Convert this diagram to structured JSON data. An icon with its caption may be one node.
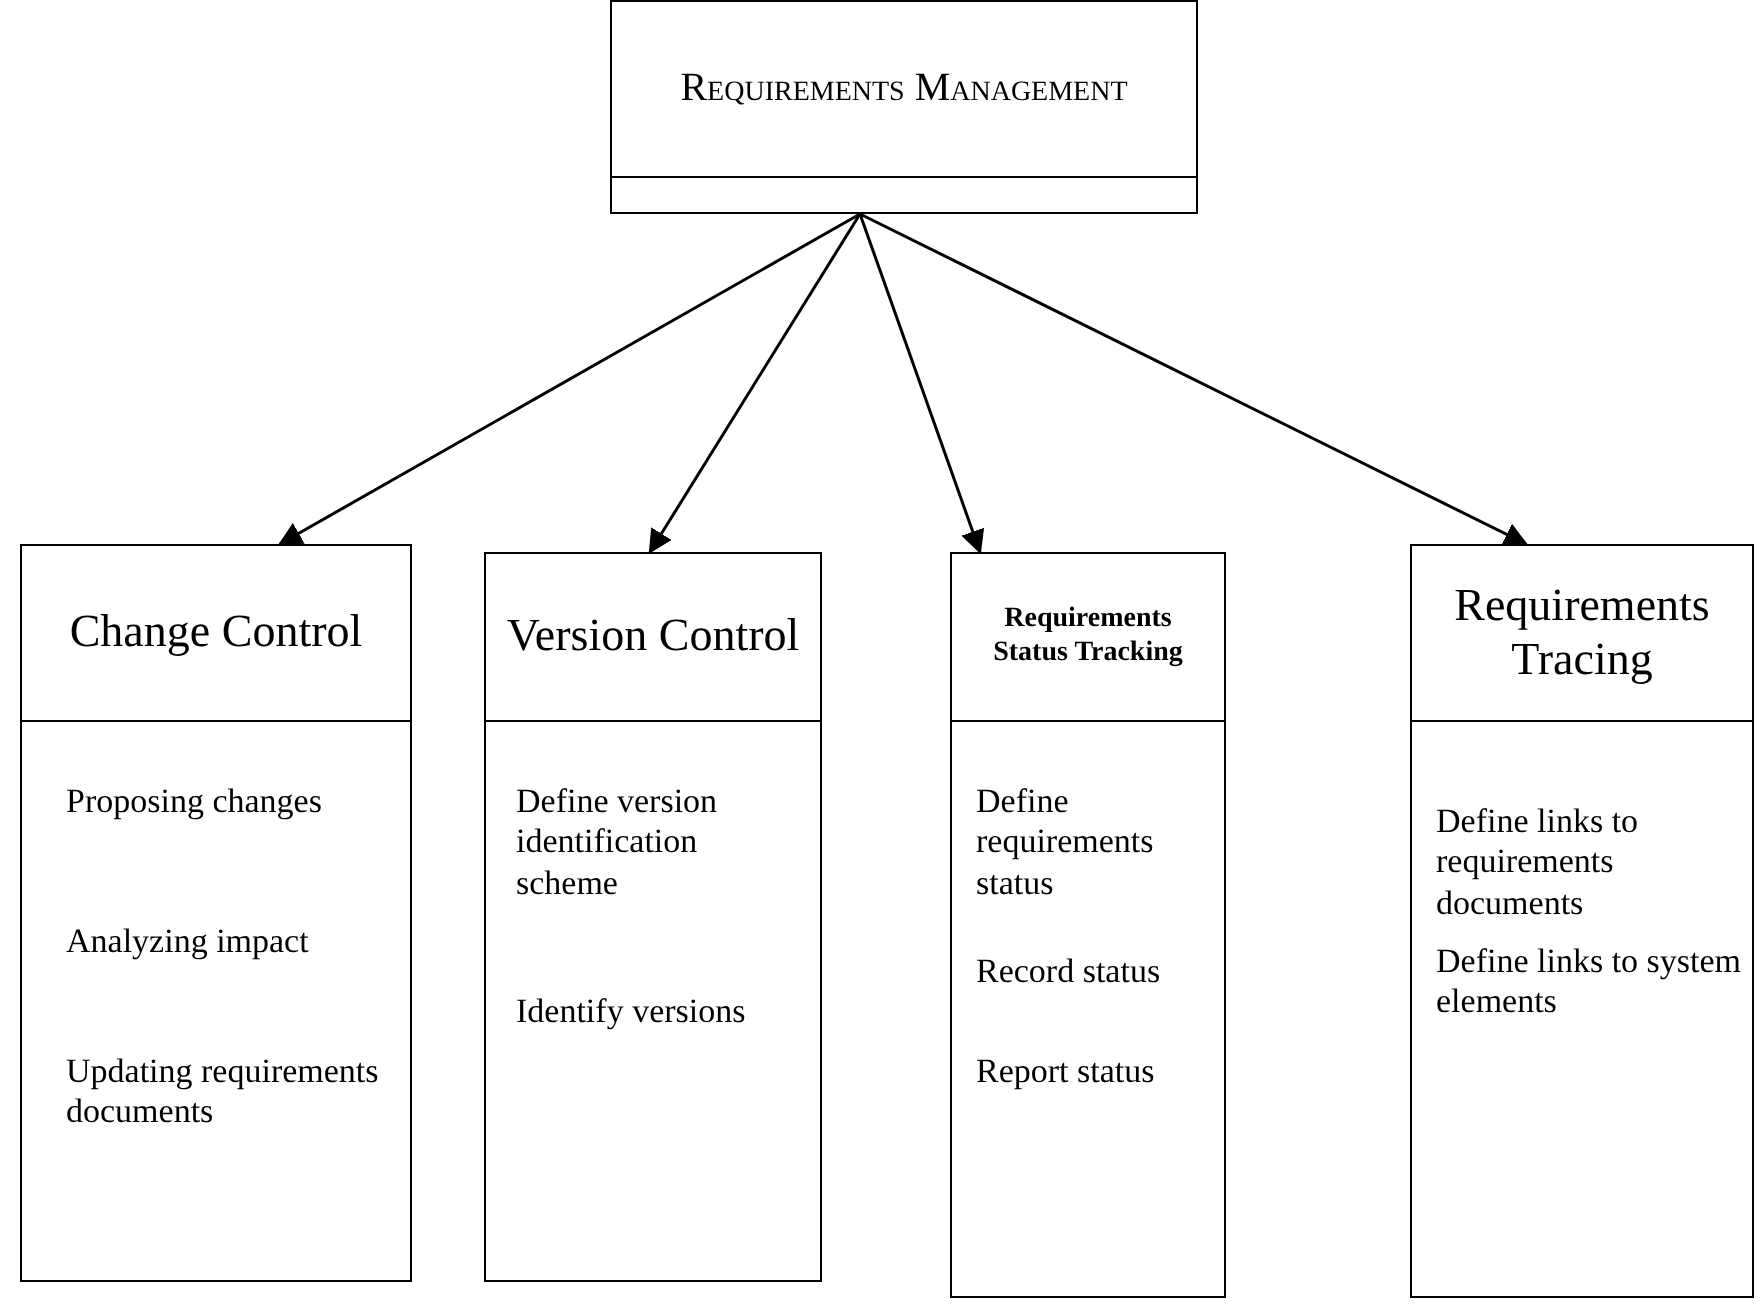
{
  "diagram": {
    "nodes": [
      {
        "text": [
          "Requirements Management"
        ]
      },
      {
        "text": [
          "Change Control",
          "Proposing changes",
          "Analyzing impact",
          "Updating requirements documents"
        ]
      },
      {
        "text": [
          "Version Control",
          "Define version identification scheme",
          "Identify versions"
        ]
      },
      {
        "text": [
          "Requirements Status Tracking",
          "Define requirements status",
          "Record status",
          "Report status"
        ]
      },
      {
        "text": [
          "Requirements Tracing",
          "Define links to requirements documents",
          "Define links to system elements"
        ]
      }
    ],
    "edges": [
      {
        "from": 0,
        "to": 1,
        "arrow": "to"
      },
      {
        "from": 0,
        "to": 2,
        "arrow": "to"
      },
      {
        "from": 0,
        "to": 3,
        "arrow": "to"
      },
      {
        "from": 0,
        "to": 4,
        "arrow": "to"
      }
    ]
  }
}
